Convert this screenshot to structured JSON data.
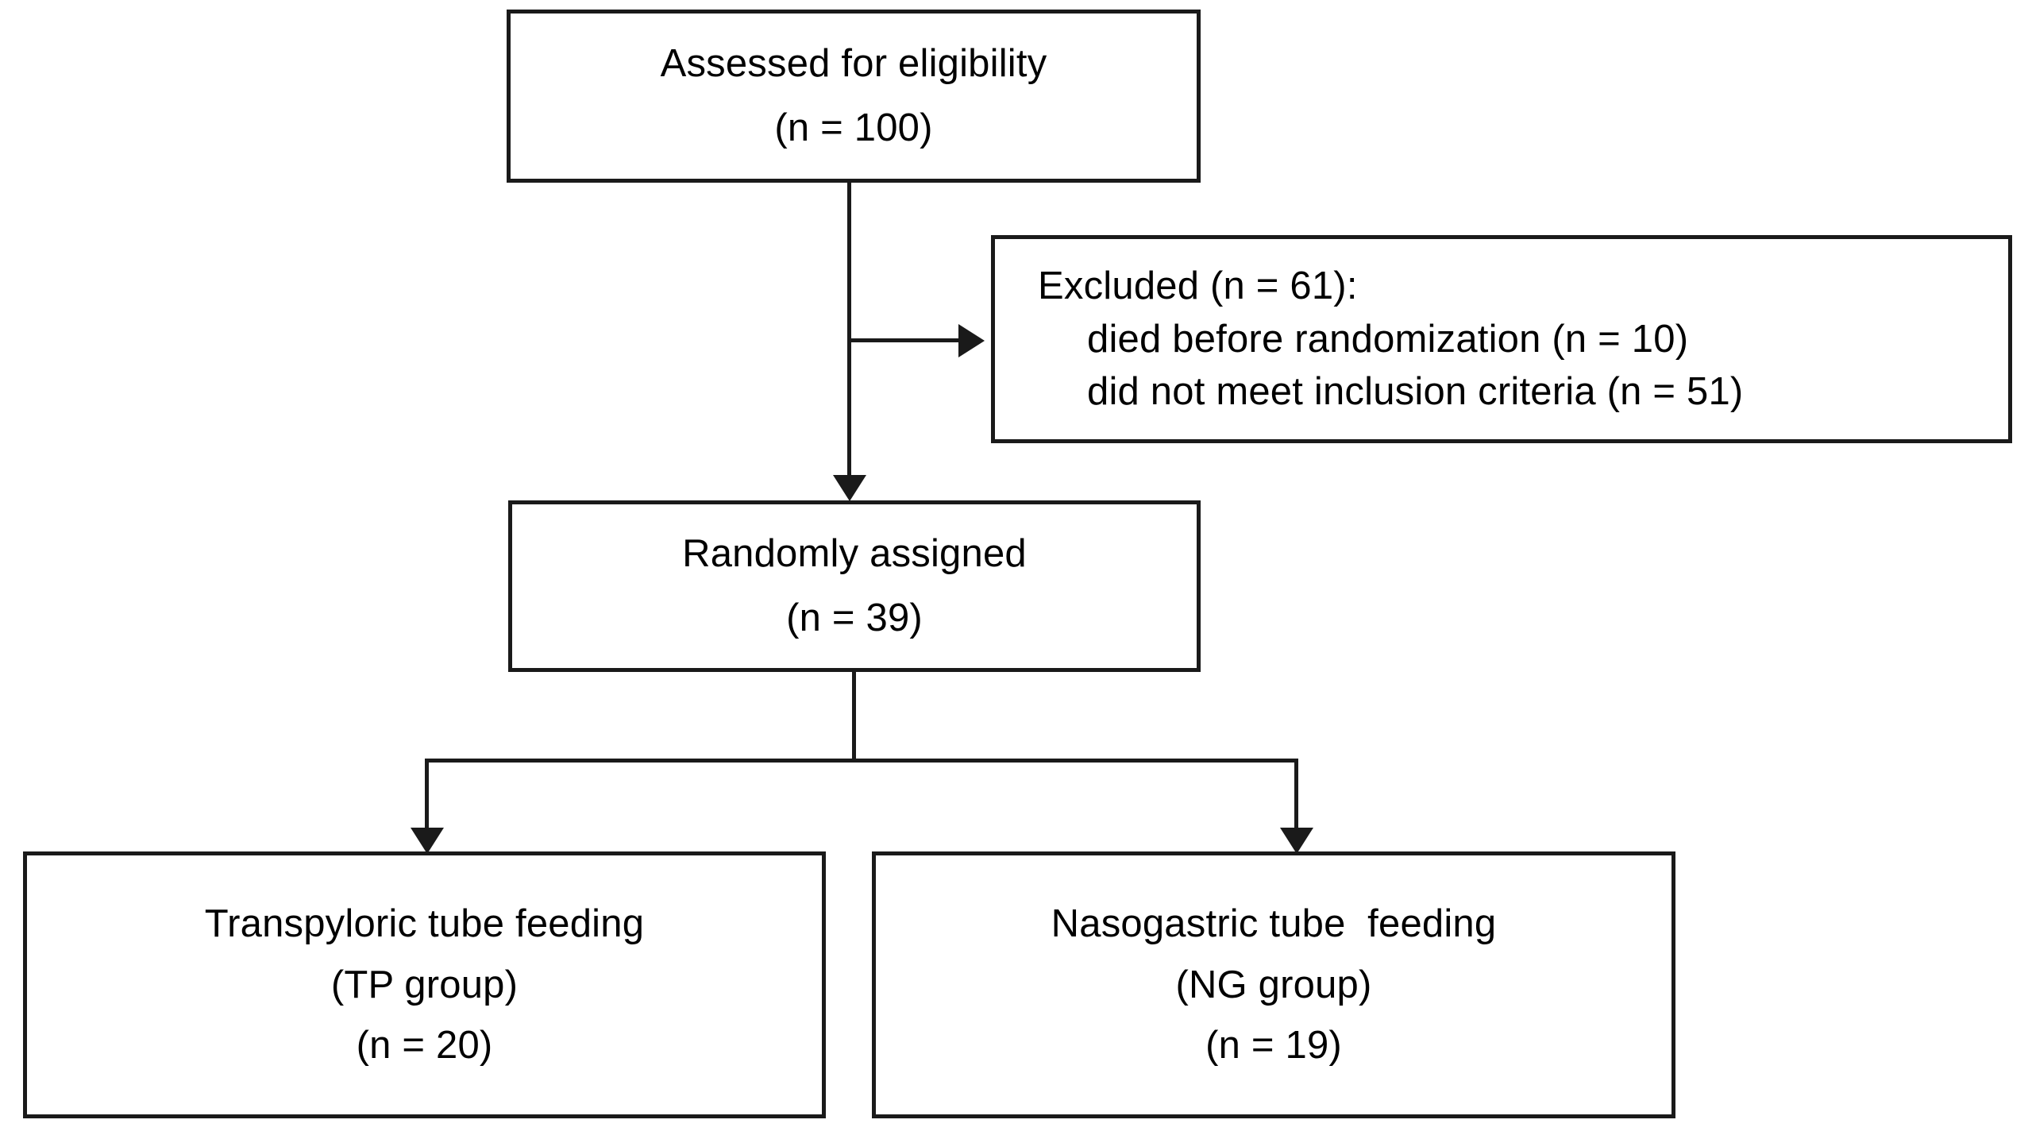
{
  "diagram": {
    "type": "consort-flow-diagram",
    "title": "CONSORT participant flow diagram",
    "background_color": "#ffffff",
    "line_color": "#1a1a1a",
    "text_color": "#000000"
  },
  "nodes": {
    "assessed": {
      "id": "assessed-for-eligibility",
      "lines": [
        "Assessed for eligibility",
        "(n = 100)"
      ],
      "count": 100
    },
    "excluded": {
      "id": "excluded",
      "lines": [
        "Excluded (n = 61):",
        "died before randomization (n = 10)",
        "did not meet inclusion criteria (n = 51)"
      ],
      "count": 61,
      "reasons": [
        {
          "label": "died before randomization",
          "count": 10
        },
        {
          "label": "did not meet inclusion criteria",
          "count": 51
        }
      ]
    },
    "randomized": {
      "id": "randomly-assigned",
      "lines": [
        "Randomly assigned",
        "(n = 39)"
      ],
      "count": 39
    },
    "tp_group": {
      "id": "transpyloric-tube-feeding",
      "lines": [
        "Transpyloric tube feeding",
        "(TP group)",
        "(n = 20)"
      ],
      "count": 20
    },
    "ng_group": {
      "id": "nasogastric-tube-feeding",
      "lines": [
        "Nasogastric tube  feeding",
        "(NG group)",
        "(n = 19)"
      ],
      "count": 19
    }
  },
  "connectors": [
    {
      "from": "assessed",
      "to": "excluded",
      "direction": "right"
    },
    {
      "from": "assessed",
      "to": "randomized",
      "direction": "down"
    },
    {
      "from": "randomized",
      "to": "tp_group",
      "direction": "down"
    },
    {
      "from": "randomized",
      "to": "ng_group",
      "direction": "down"
    }
  ]
}
